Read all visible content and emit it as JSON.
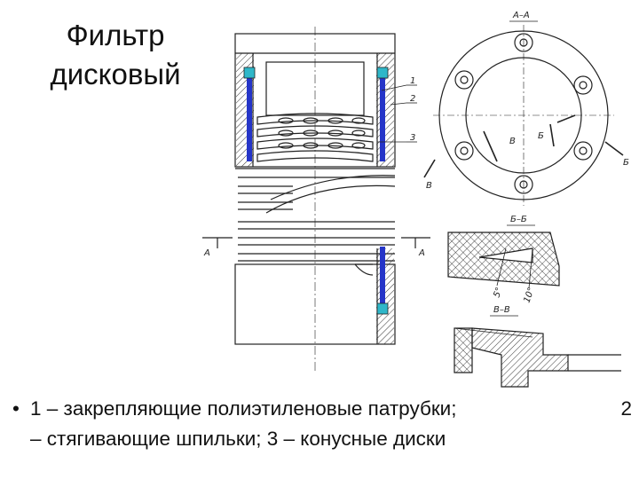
{
  "slide": {
    "title_line1": "Фильтр",
    "title_line2": "дисковый"
  },
  "drawing": {
    "section_aa": "А–А",
    "section_bb": "Б–Б",
    "section_vv": "В–В",
    "label_a": "А",
    "label_b": "Б",
    "label_v": "В",
    "callout_1": "1",
    "callout_2": "2",
    "callout_3": "3",
    "angle_5": "5°",
    "angle_10": "10°"
  },
  "caption": {
    "bullet": "•",
    "line1": "1 – закрепляющие полиэтиленовые патрубки;",
    "next_number": "2",
    "line2": "– стягивающие шпильки; 3 – конусные диски"
  },
  "colors": {
    "stud": "#2535c8",
    "nut": "#2fb7c9",
    "ink": "#222222"
  }
}
